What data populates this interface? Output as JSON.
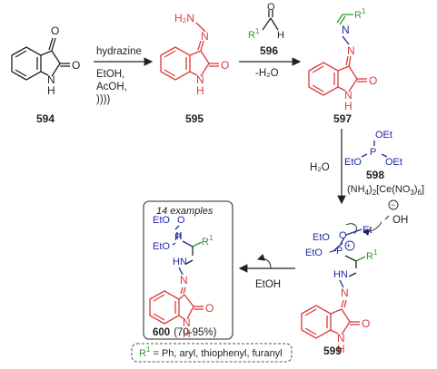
{
  "colors": {
    "black": "#222222",
    "red": "#d93a3a",
    "blue": "#1f2a9e",
    "green": "#2f9a2f",
    "box_border": "#555555"
  },
  "compounds": {
    "c594": {
      "id": "594",
      "o1": "O",
      "o2": "O",
      "nh": "N",
      "h": "H"
    },
    "c595": {
      "id": "595",
      "h2n": "H₂N",
      "n": "N",
      "o": "O",
      "nh": "N",
      "h": "H"
    },
    "c596": {
      "id": "596",
      "o": "O",
      "r1": "R",
      "r1sup": "1",
      "h": "H"
    },
    "c597": {
      "id": "597",
      "r1": "R",
      "r1sup": "1",
      "n1": "N",
      "n2": "N",
      "o": "O",
      "nh": "N",
      "h": "H"
    },
    "c598": {
      "id": "598",
      "oet1": "OEt",
      "p": "P",
      "eto": "EtO",
      "oet2": "OEt"
    },
    "c599": {
      "id": "599",
      "oh": "OH",
      "minus": "−",
      "et": "Et",
      "o1": "O",
      "o2": "O",
      "eto": "EtO",
      "p": "P",
      "plus": "+",
      "r1": "R",
      "r1sup": "1",
      "hn": "HN",
      "n": "N",
      "o": "O",
      "nh": "N",
      "h": "H"
    },
    "c600": {
      "id": "600",
      "yield": "(70-95%)",
      "examples": "14 examples",
      "eto1": "EtO",
      "p": "P",
      "o": "O",
      "eto2": "EtO",
      "r1": "R",
      "r1sup": "1",
      "hn": "HN",
      "n": "N",
      "oc": "O",
      "nh": "N",
      "h": "H"
    }
  },
  "conditions": {
    "step1": {
      "line1": "hydrazine",
      "line2": "EtOH,",
      "line3": "AcOH,",
      "line4": "))))"
    },
    "step2": {
      "compound": "596",
      "line": "-H₂O"
    },
    "step3": {
      "water": "H₂O",
      "reagent_id": "598",
      "cat_a": "(NH",
      "cat_sub1": "4",
      "cat_b": ")",
      "cat_sub2": "2",
      "cat_c": "[Ce(NO",
      "cat_sub3": "3",
      "cat_d": ")",
      "cat_sub4": "6",
      "cat_e": "]"
    },
    "step4": {
      "line": "EtOH"
    }
  },
  "footnote": {
    "r": "R",
    "sup": "1",
    "text": " = Ph, aryl, thiophenyl, furanyl"
  }
}
